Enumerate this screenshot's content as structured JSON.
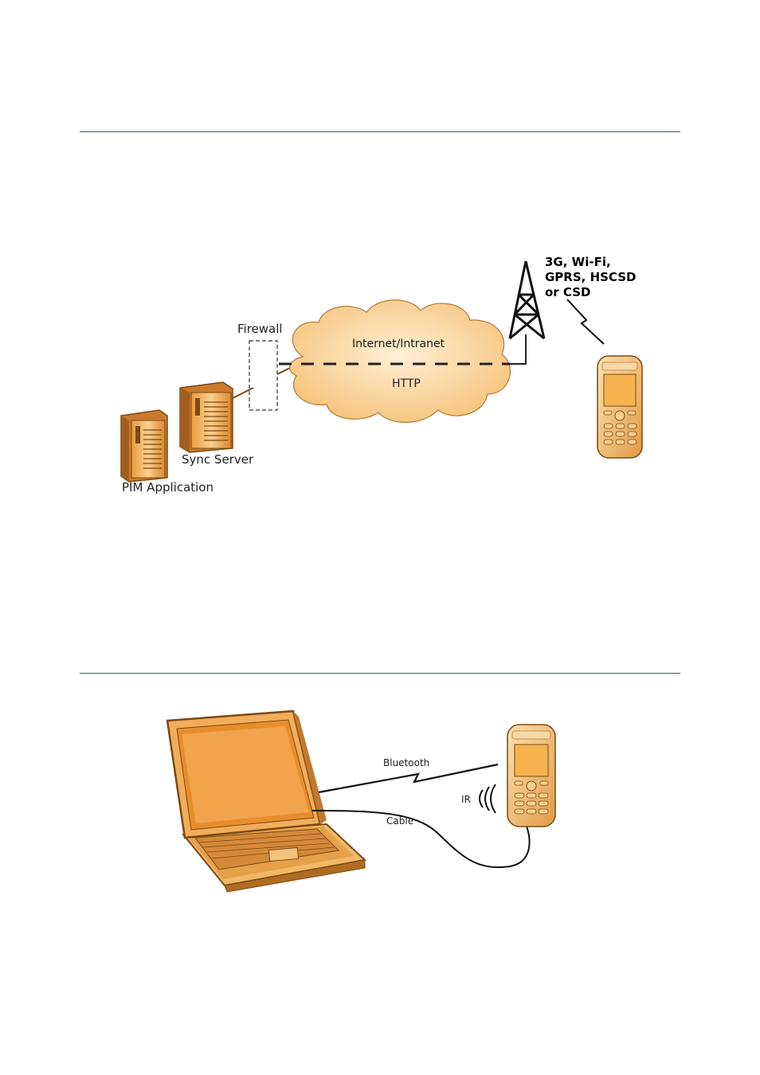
{
  "sync_diagram": {
    "firewall_label": "Firewall",
    "cloud_top_label": "Internet/Intranet",
    "cloud_bottom_label": "HTTP",
    "network_types": [
      "3G, Wi-Fi,",
      "GPRS, HSCSD",
      "or CSD"
    ],
    "server_label": "Sync Server",
    "pim_label": "PIM Application"
  },
  "local_diagram": {
    "bluetooth_label": "Bluetooth",
    "ir_label": "IR",
    "cable_label": "Cable"
  },
  "colors": {
    "rule": "#2f6b2f",
    "device_fill": "#f4b968",
    "device_stroke": "#7a4a12",
    "cloud_fill": "#fcd9a2"
  }
}
